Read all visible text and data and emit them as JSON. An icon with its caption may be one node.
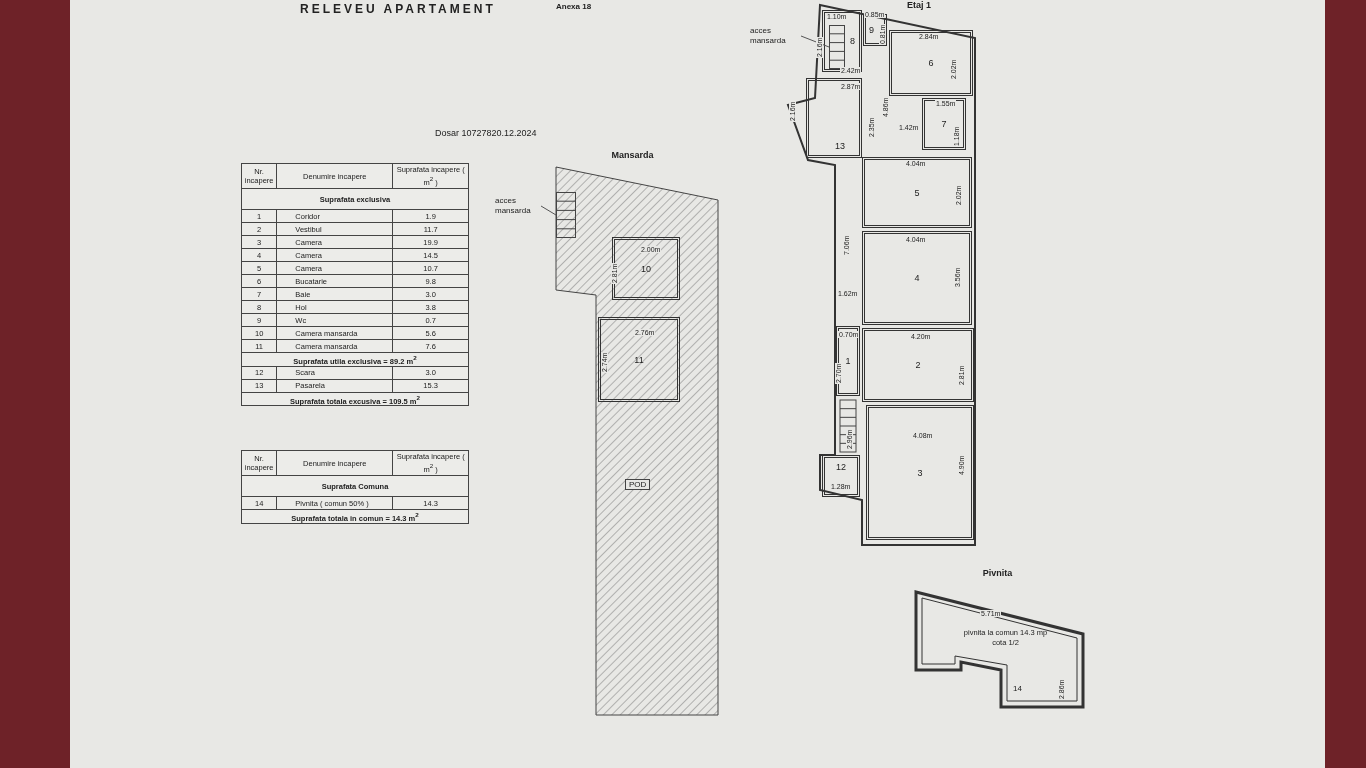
{
  "diagram": {
    "title": "RELEVEU APARTAMENT",
    "nodes": [
      {
        "text": [
          "Mansarda"
        ]
      },
      {
        "text": [
          "POD"
        ],
        "in": 0
      },
      {
        "text": [
          "10"
        ],
        "in": 1
      },
      {
        "text": [
          "11"
        ],
        "in": 1
      },
      {
        "text": [
          "Etaj 1"
        ]
      },
      {
        "text": [
          "8"
        ],
        "in": 4
      },
      {
        "text": [
          "9"
        ],
        "in": 4
      },
      {
        "text": [
          "6"
        ],
        "in": 4
      },
      {
        "text": [
          "7"
        ],
        "in": 4
      },
      {
        "text": [
          "13"
        ],
        "in": 4
      },
      {
        "text": [
          "5"
        ],
        "in": 4
      },
      {
        "text": [
          "4"
        ],
        "in": 4
      },
      {
        "text": [
          "1"
        ],
        "in": 4
      },
      {
        "text": [
          "2"
        ],
        "in": 4
      },
      {
        "text": [
          "12"
        ],
        "in": 4
      },
      {
        "text": [
          "3"
        ],
        "in": 4
      },
      {
        "text": [
          "Pivnita"
        ]
      },
      {
        "text": [
          "pivnita la comun 14.3 mp cota 1/2",
          "14"
        ],
        "in": 16
      },
      {
        "text": [
          "acces mansarda"
        ]
      },
      {
        "text": [
          "acces mansarda"
        ]
      },
      {
        "text": [],
        "shape": "box",
        "in": 1
      },
      {
        "text": [],
        "shape": "box",
        "in": 5
      }
    ],
    "edges": [
      {
        "from": 18,
        "to": 20,
        "arrow": "none"
      },
      {
        "from": 19,
        "to": 21,
        "arrow": "none"
      }
    ],
    "labels": [
      "Anexa 18",
      "Dosar 10727820.12.2024",
      "Nr. incapere",
      "Denumire incapere",
      "Suprafata incapere ( m$^{2}$ )",
      "Suprafata exclusiva",
      "1",
      "Coridor",
      "1.9",
      "2",
      "Vestibul",
      "11.7",
      "3",
      "Camera",
      "19.9",
      "4",
      "Camera",
      "14.5",
      "5",
      "Camera",
      "10.7",
      "6",
      "Bucatarie",
      "9.8",
      "7",
      "Baie",
      "3.0",
      "8",
      "Hol",
      "3.8",
      "9",
      "Wc",
      "0.7",
      "10",
      "Camera mansarda",
      "5.6",
      "11",
      "Camera mansarda",
      "7.6",
      "Suprafata utila exclusiva = 89.2 m$^{2}$",
      "12",
      "Scara",
      "3.0",
      "13",
      "Pasarela",
      "15.3",
      "Suprafata totala excusiva = 109.5 m$^{2}$",
      "Nr. incapere",
      "Denumire incapere",
      "Suprafata incapere ( m$^{2}$ )",
      "Suprafata Comuna",
      "14",
      "Pivnita ( comun 50% )",
      "14.3",
      "Suprafata totala in comun = 14.3 m$^{2}$",
      "2.00m",
      "2.81m",
      "2.76m",
      "2.74m",
      "1.10m",
      "0.85m",
      "2.84m",
      "2.16m",
      "0.81m",
      "2.02m",
      "2.42m",
      "2.87m",
      "2.16m",
      "4.86m",
      "2.35m",
      "1.55m",
      "1.18m",
      "1.42m",
      "4.04m",
      "2.02m",
      "7.06m",
      "4.04m",
      "3.56m",
      "1.62m",
      "0.70m",
      "2.70m",
      "4.20m",
      "2.81m",
      "2.96m",
      "1.28m",
      "4.08m",
      "4.90m",
      "5.71m",
      "2.86m"
    ]
  }
}
